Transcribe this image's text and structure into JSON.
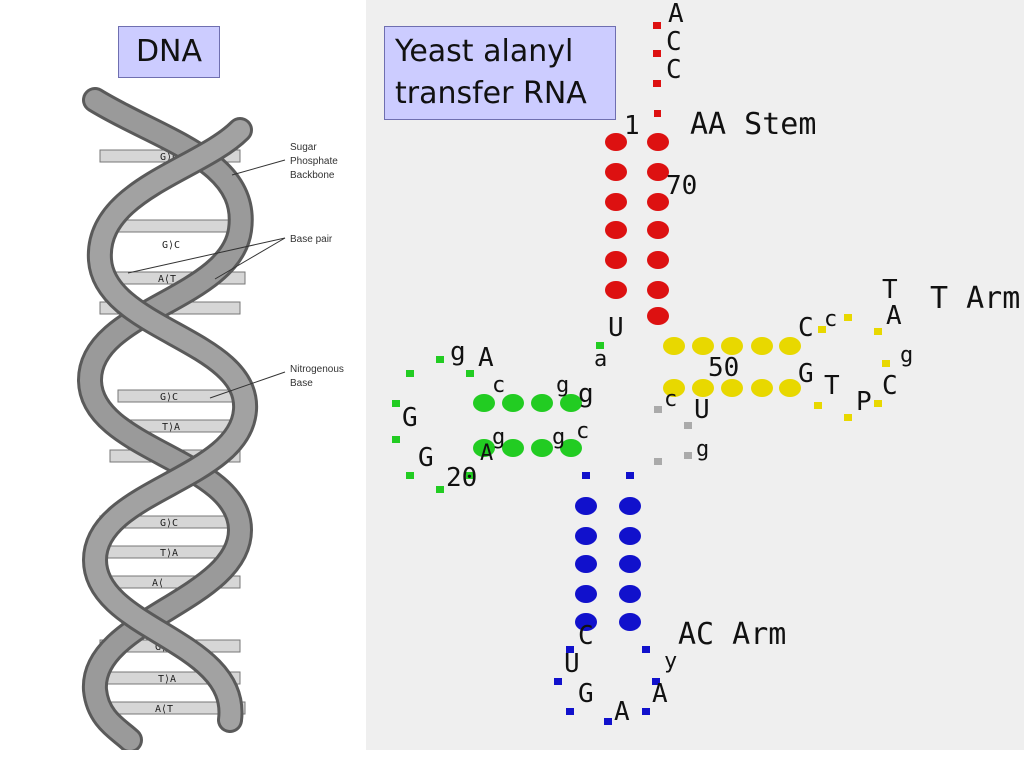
{
  "dna": {
    "title": "DNA",
    "labels": {
      "sugar_phosphate": [
        "Sugar",
        "Phosphate",
        "Backbone"
      ],
      "base_pair": "Base pair",
      "nitrogenous": [
        "Nitrogenous",
        "Base"
      ]
    },
    "rungs": [
      "G⟩C",
      "G⟩C",
      "A⟨T",
      "C⟨G",
      "G⟩C",
      "T⟩A",
      "A⟨",
      "G⟩C",
      "T⟩A",
      "A⟨",
      "G⟩C",
      "T⟩A",
      "A⟨T"
    ]
  },
  "trna": {
    "title_line1": "Yeast alanyl",
    "title_line2": "transfer RNA",
    "arm_labels": {
      "aa_stem": "AA Stem",
      "t_arm": "T Arm",
      "ac_arm": "AC Arm"
    },
    "numbers": {
      "n1": "1",
      "n70": "70",
      "n50": "50",
      "n20": "20"
    },
    "colors": {
      "aa": "#dd1111",
      "t": "#e8d800",
      "d": "#22cc22",
      "ac": "#1111cc",
      "var": "#aaaaaa"
    },
    "nucleotides": {
      "tail": [
        "A",
        "C",
        "C"
      ],
      "aa_u": "U",
      "aa_a": "a",
      "d_loop": [
        "g",
        "A",
        "G",
        "G",
        "c",
        "g",
        "A",
        "g",
        "c",
        "g",
        "g"
      ],
      "t_loop": [
        "C",
        "c",
        "T",
        "A",
        "g",
        "C",
        "G",
        "T",
        "P"
      ],
      "var_loop": [
        "c",
        "U",
        "g"
      ],
      "ac_loop": [
        "C",
        "U",
        "G",
        "A",
        "A",
        "y"
      ]
    }
  }
}
